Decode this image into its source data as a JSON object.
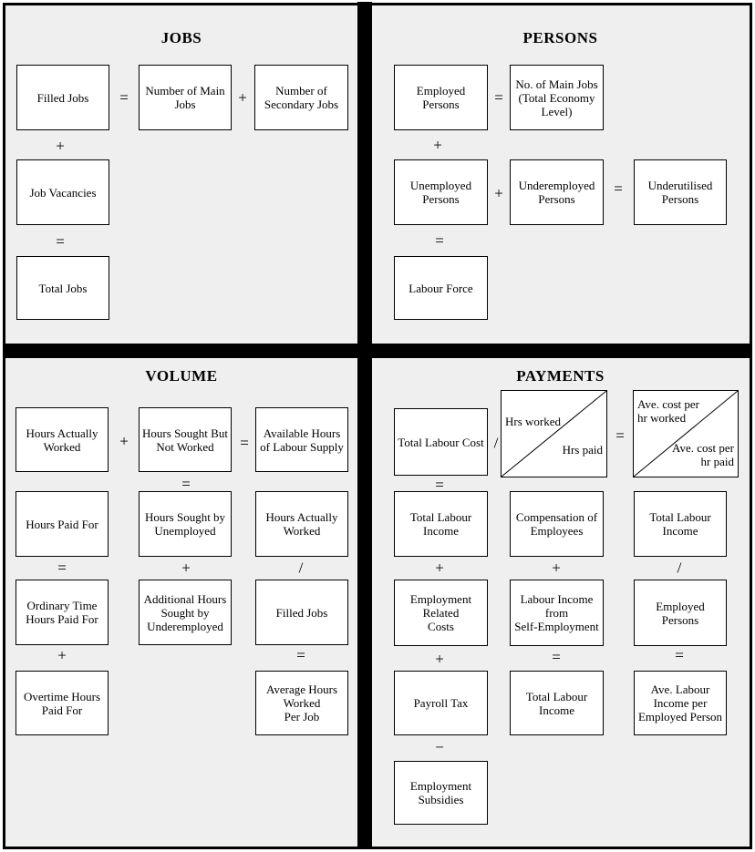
{
  "colors": {
    "panel_bg": "#efefef",
    "box_bg": "#ffffff",
    "line": "#000000"
  },
  "quadrants": {
    "jobs": {
      "title": "JOBS",
      "boxes": [
        "Filled Jobs",
        "Number of Main\nJobs",
        "Number of\nSecondary Jobs",
        "Job Vacancies",
        "Total Jobs"
      ],
      "ops": [
        "=",
        "+",
        "+",
        "="
      ]
    },
    "persons": {
      "title": "PERSONS",
      "boxes": [
        "Employed Persons",
        "No. of Main Jobs\n(Total Economy\nLevel)",
        "Unemployed\nPersons",
        "Underemployed\nPersons",
        "Underutilised\nPersons",
        "Labour Force"
      ],
      "ops": [
        "=",
        "+",
        "+",
        "=",
        "="
      ]
    },
    "volume": {
      "title": "VOLUME",
      "boxes": [
        "Hours Actually\nWorked",
        "Hours Sought But\nNot Worked",
        "Available Hours\nof Labour Supply",
        "Hours Paid For",
        "Hours Sought by\nUnemployed",
        "Hours Actually\nWorked",
        "Ordinary Time\nHours Paid For",
        "Additional Hours\nSought by\nUnderemployed",
        "Filled Jobs",
        "Overtime Hours\nPaid For",
        "Average Hours\nWorked\nPer Job"
      ],
      "ops": [
        "+",
        "=",
        "=",
        "=",
        "+",
        "/",
        "+",
        "="
      ]
    },
    "payments": {
      "title": "PAYMENTS",
      "boxes": [
        "Total Labour Cost",
        "Total Labour\nIncome",
        "Compensation of\nEmployees",
        "Total Labour\nIncome",
        "Employment\nRelated\nCosts",
        "Labour Income\nfrom\nSelf-Employment",
        "Employed Persons",
        "Payroll Tax",
        "Total Labour\nIncome",
        "Ave. Labour\nIncome per\nEmployed Person",
        "Employment\nSubsidies"
      ],
      "split_boxes": [
        {
          "top_left": "Hrs worked",
          "bottom_right": "Hrs paid"
        },
        {
          "top_left": "Ave. cost per\nhr worked",
          "bottom_right": "Ave. cost per\nhr paid"
        }
      ],
      "ops": [
        "/",
        "=",
        "=",
        "+",
        "+",
        "/",
        "+",
        "=",
        "=",
        "−"
      ]
    }
  }
}
